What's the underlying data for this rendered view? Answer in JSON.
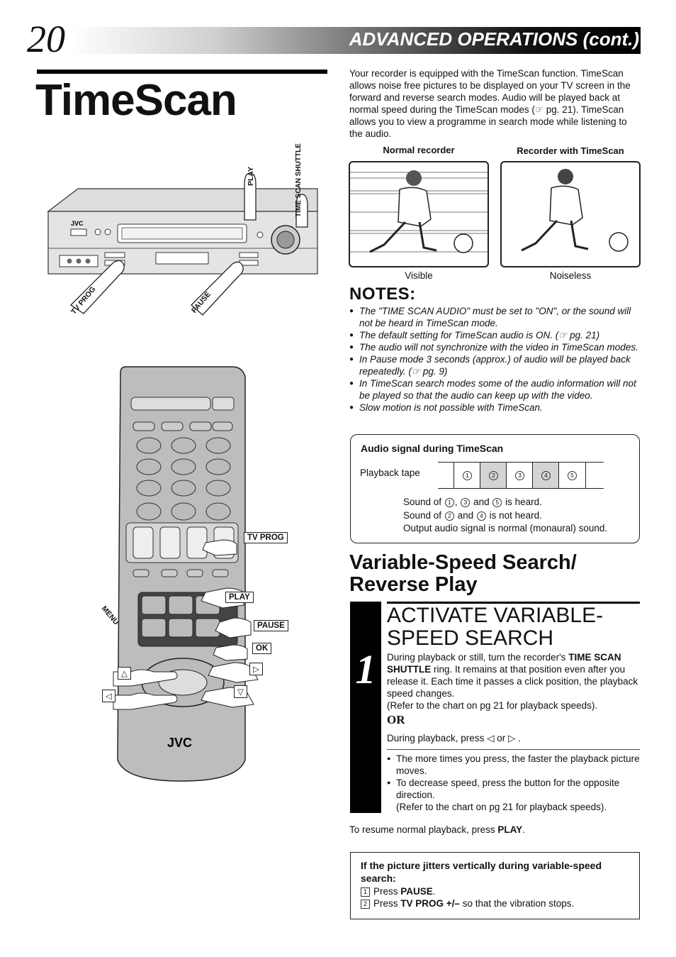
{
  "header": {
    "page_number": "20",
    "section_title": "ADVANCED OPERATIONS (cont.)"
  },
  "title": "TimeScan",
  "intro": "Your recorder is equipped with the TimeScan function. TimeScan allows noise free pictures to be displayed on your TV screen in the forward and reverse search modes. Audio will be played back at normal speed during the TimeScan modes (☞ pg. 21). TimeScan allows you to view a programme in search mode while listening to the audio.",
  "comparison": {
    "left_caption": "Normal recorder",
    "right_caption": "Recorder with TimeScan",
    "left_label": "Visible",
    "right_label": "Noiseless"
  },
  "vcr_labels": {
    "play": "PLAY",
    "shuttle": "TIME SCAN SHUTTLE",
    "tv_prog": "TV PROG",
    "pause": "PAUSE",
    "brand": "JVC"
  },
  "remote_labels": {
    "tv_prog": "TV PROG",
    "play": "PLAY",
    "pause": "PAUSE",
    "ok": "OK",
    "menu": "MENU",
    "brand": "JVC"
  },
  "notes": {
    "heading": "NOTES:",
    "items": [
      "The \"TIME SCAN AUDIO\" must be set to \"ON\", or the sound will not be heard in TimeScan mode.",
      "The default setting for TimeScan audio is ON. (☞ pg. 21)",
      "The audio will not synchronize with the video in TimeScan modes.",
      "In Pause mode 3 seconds (approx.) of audio will be played back repeatedly. (☞ pg. 9)",
      "In TimeScan search modes some of the audio information will not be played so that the audio can keep up with the video.",
      "Slow motion is not possible with TimeScan."
    ]
  },
  "audio_box": {
    "title": "Audio signal during TimeScan",
    "tape_label": "Playback tape",
    "slots": [
      "1",
      "2",
      "3",
      "4",
      "5"
    ],
    "line1_a": "Sound of",
    "line1_b": "is heard.",
    "line2_a": "Sound of",
    "line2_b": "is not heard.",
    "line3": "Output audio signal is normal (monaural) sound.",
    "and": "and"
  },
  "section": {
    "title_line1": "Variable-Speed Search/",
    "title_line2": "Reverse Play"
  },
  "step": {
    "number": "1",
    "title": "ACTIVATE VARIABLE-SPEED SEARCH",
    "body_a": "During playback or still, turn the recorder's",
    "body_bold": "TIME SCAN SHUTTLE",
    "body_b": "ring. It remains at that position even after you release it. Each time it passes a click position, the playback speed changes.",
    "body_ref": "(Refer to the chart on pg 21 for playback speeds).",
    "or": "OR",
    "or_text": "During playback, press ◁ or ▷ .",
    "bullet1": "The more times you press, the faster the playback picture moves.",
    "bullet2": "To decrease speed, press the button for the opposite direction.",
    "bullet2_ref": "(Refer to the chart on pg 21 for playback speeds)."
  },
  "resume": {
    "text": "To resume normal playback, press",
    "bold": "PLAY",
    "end": "."
  },
  "jitter": {
    "title": "If the picture jitters vertically during variable-speed search:",
    "step1_num": "1",
    "step1_a": "Press",
    "step1_bold": "PAUSE",
    "step1_end": ".",
    "step2_num": "2",
    "step2_a": "Press",
    "step2_bold": "TV PROG +/–",
    "step2_b": "so that the vibration stops."
  }
}
